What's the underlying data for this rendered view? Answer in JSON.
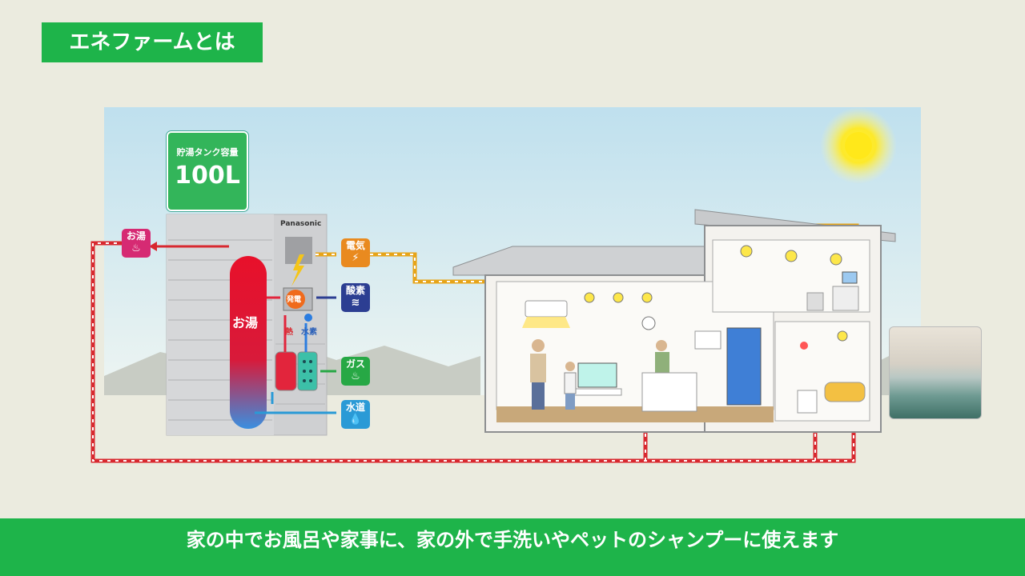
{
  "title": "エネファームとは",
  "tank_badge": {
    "label": "貯湯タンク容量",
    "value": "100L"
  },
  "unit": {
    "brand": "Panasonic",
    "tank_label": "お湯",
    "gen_label": "発電",
    "heat_label": "熱",
    "hydrogen_label": "水素"
  },
  "tags": {
    "hot_water": "お湯",
    "electricity": "電気",
    "oxygen": "酸素",
    "gas": "ガス",
    "water": "水道"
  },
  "colors": {
    "accent": "#1eb44a",
    "hot_pipe": "#d8282f",
    "power_line": "#e7a418"
  },
  "caption": "家の中でお風呂や家事に、家の外で手洗いやペットのシャンプーに使えます"
}
